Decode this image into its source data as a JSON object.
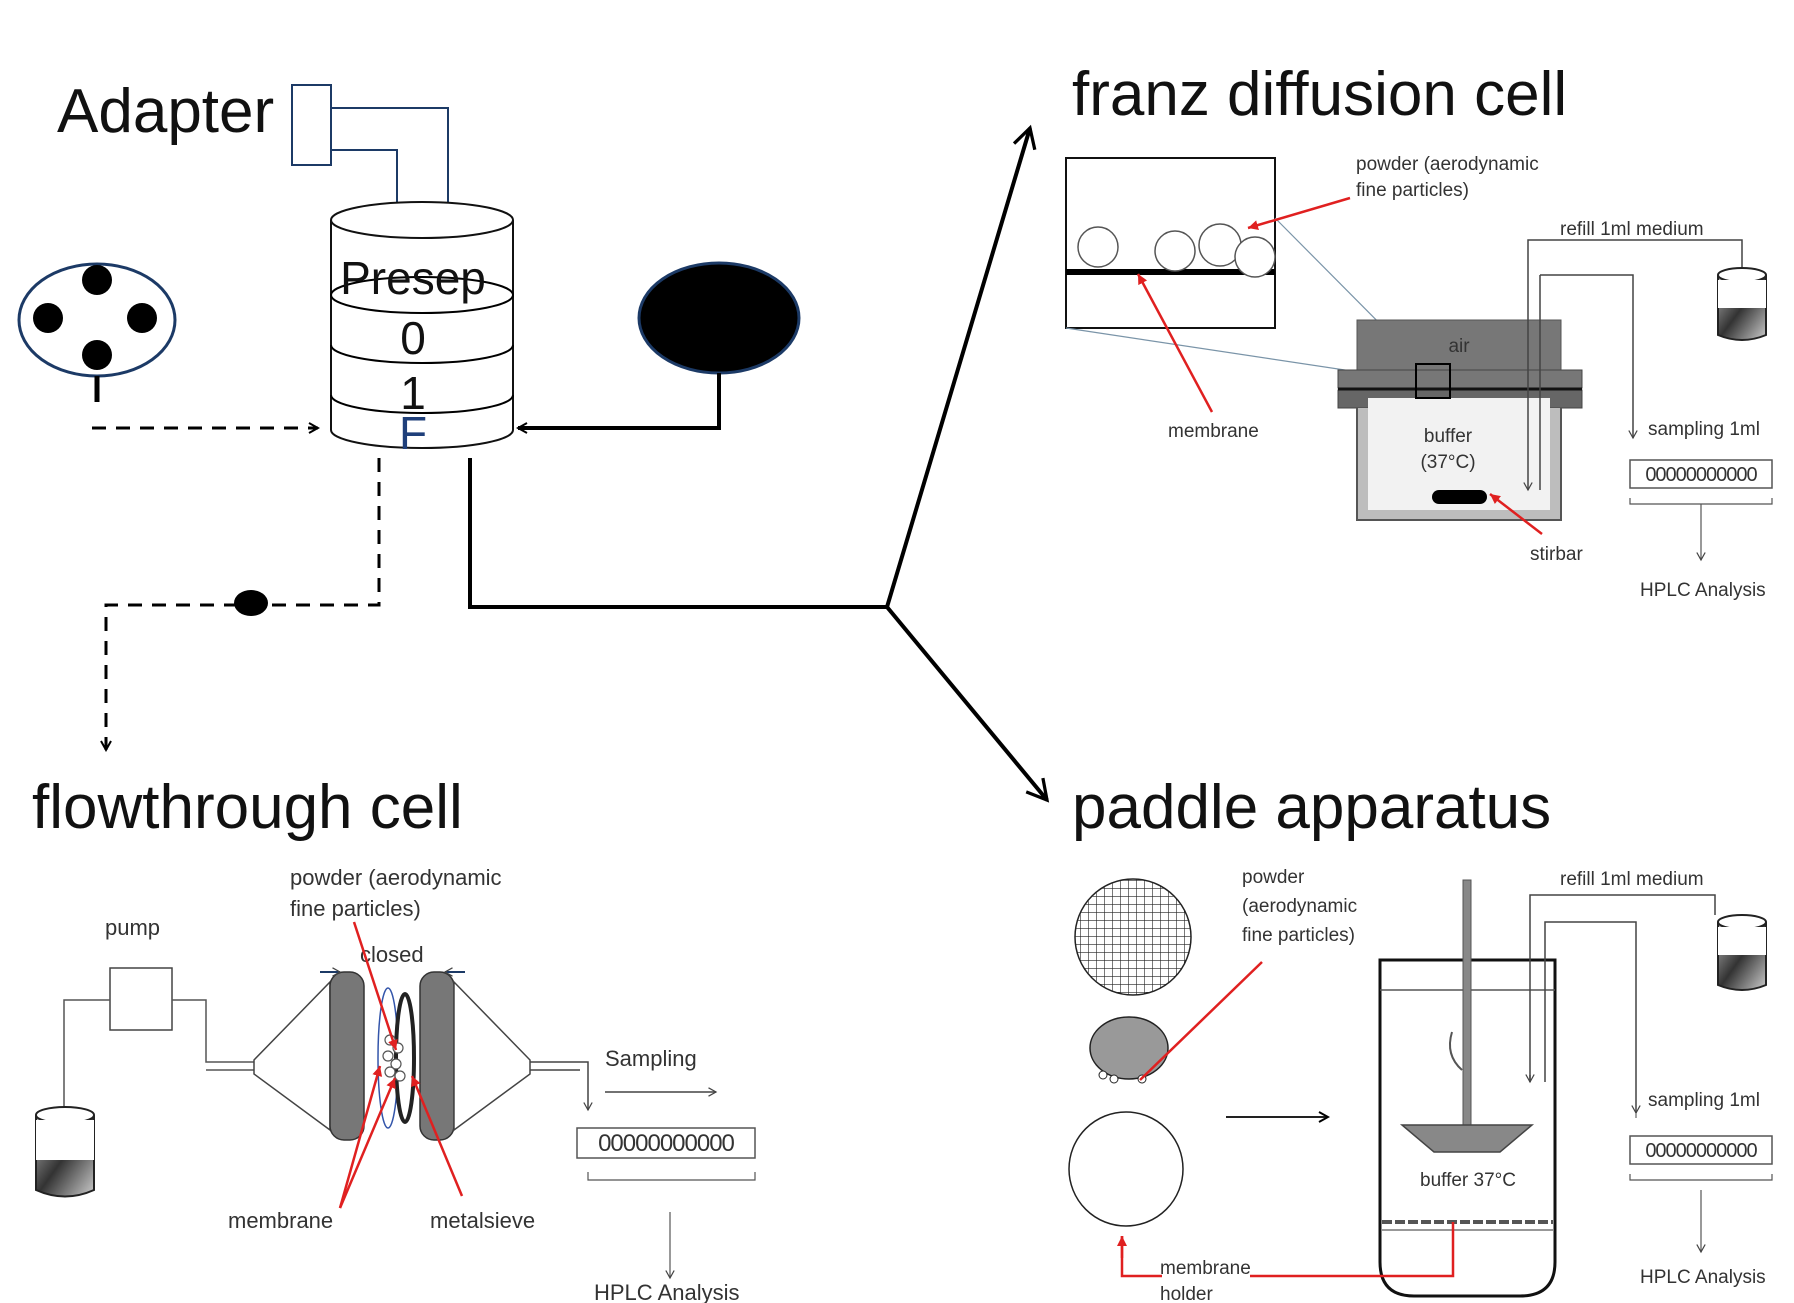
{
  "titles": {
    "adapter": "Adapter",
    "franz": "franz diffusion cell",
    "flow": "flowthrough cell",
    "paddle": "paddle apparatus"
  },
  "impactor": {
    "stages": [
      "Presep",
      "0",
      "1",
      "F"
    ],
    "stage_f_color": "#1f3f7a"
  },
  "franz": {
    "powder": [
      "powder (aerodynamic",
      "fine particles)"
    ],
    "refill": "refill 1ml medium",
    "air": "air",
    "membrane": "membrane",
    "buffer": [
      "buffer",
      "(37°C)"
    ],
    "sampling": "sampling 1ml",
    "stirbar": "stirbar",
    "tubes": "00000000000",
    "hplc": "HPLC Analysis"
  },
  "flow": {
    "powder": [
      "powder (aerodynamic",
      "fine particles)"
    ],
    "pump": "pump",
    "closed": "closed",
    "sampling": "Sampling",
    "membrane": "membrane",
    "metalsieve": "metalsieve",
    "tubes": "00000000000",
    "hplc": "HPLC Analysis"
  },
  "paddle": {
    "powder": [
      "powder",
      "(aerodynamic",
      "fine particles)"
    ],
    "refill": "refill 1ml medium",
    "sampling": "sampling 1ml",
    "buffer": "buffer 37°C",
    "membrane_holder": [
      "membrane",
      "holder"
    ],
    "tubes": "00000000000",
    "hplc": "HPLC Analysis"
  },
  "colors": {
    "annotation": "#e02020",
    "fill_dark": "#000000"
  }
}
